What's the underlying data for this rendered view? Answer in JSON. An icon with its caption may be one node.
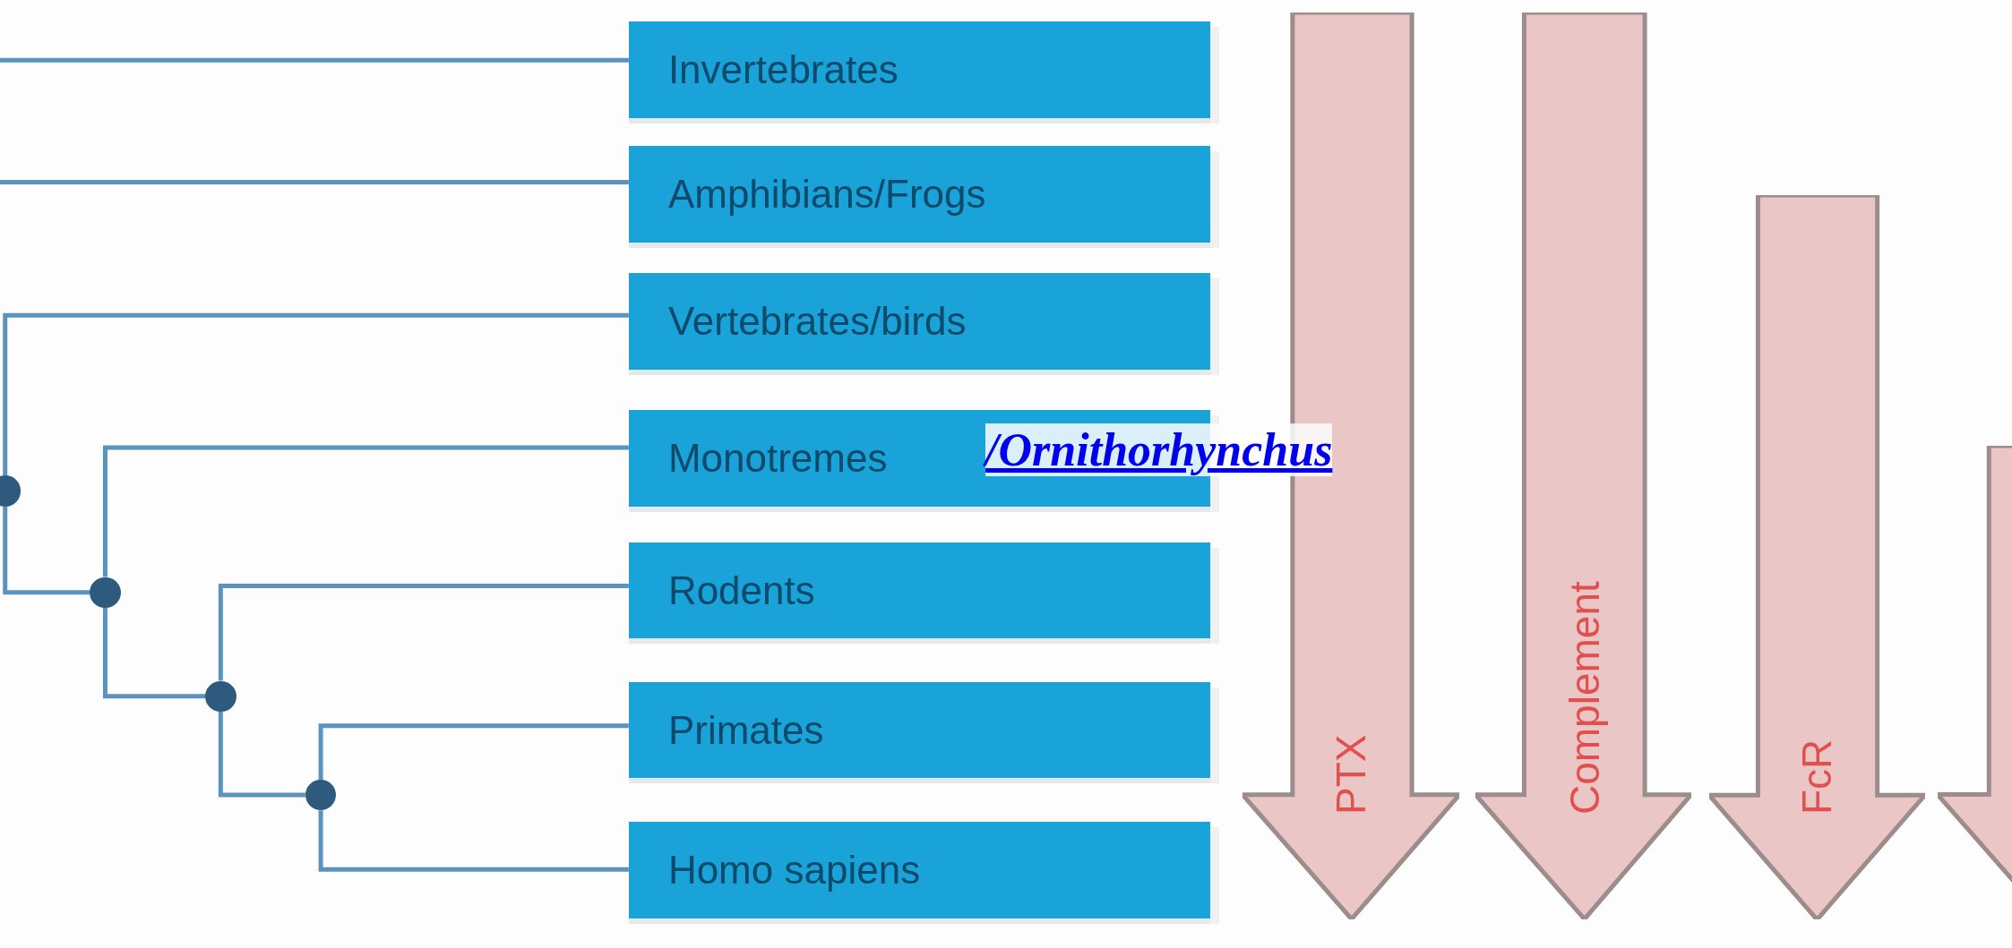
{
  "diagram": {
    "nodes": [
      {
        "text": [
          "Invertebrates"
        ]
      },
      {
        "text": [
          "Amphibians/Frogs"
        ]
      },
      {
        "text": [
          "Vertebrates/birds"
        ]
      },
      {
        "text": [
          "Monotremes"
        ]
      },
      {
        "text": [
          "Rodents"
        ]
      },
      {
        "text": [
          "Primates"
        ]
      },
      {
        "text": [
          "Homo sapiens"
        ]
      },
      {
        "text": [],
        "shape": "circle"
      },
      {
        "text": [],
        "shape": "circle"
      },
      {
        "text": [],
        "shape": "circle"
      },
      {
        "text": [],
        "shape": "circle"
      },
      {
        "text": [
          "PTX"
        ]
      },
      {
        "text": [
          "Complement"
        ]
      },
      {
        "text": [
          "FcR"
        ]
      },
      {
        "text": [],
        "shape": "arrow"
      }
    ],
    "edges": [
      {
        "from": null,
        "to": 0,
        "arrow": "none"
      },
      {
        "from": null,
        "to": 1,
        "arrow": "none"
      },
      {
        "from": 7,
        "to": 2,
        "arrow": "none"
      },
      {
        "from": 7,
        "to": 8,
        "arrow": "none"
      },
      {
        "from": 8,
        "to": 3,
        "arrow": "none"
      },
      {
        "from": 8,
        "to": 9,
        "arrow": "none"
      },
      {
        "from": 9,
        "to": 4,
        "arrow": "none"
      },
      {
        "from": 9,
        "to": 10,
        "arrow": "none"
      },
      {
        "from": 10,
        "to": 5,
        "arrow": "none"
      },
      {
        "from": 10,
        "to": 6,
        "arrow": "none"
      }
    ],
    "labels": [
      "/Ornithorhynchus"
    ]
  }
}
